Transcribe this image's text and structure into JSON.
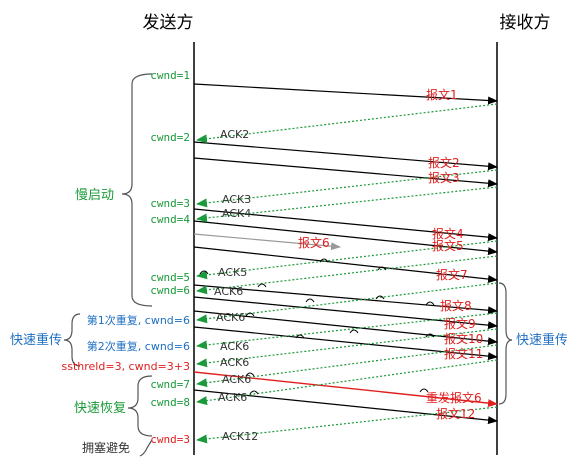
{
  "headers": {
    "sender": "发送方",
    "receiver": "接收方"
  },
  "colors": {
    "data": "#000000",
    "ack": "#1a9a3a",
    "label_red": "#e02020",
    "label_green": "#1a9a3a",
    "label_blue": "#1f6fc2",
    "lost": "#9a9a9a",
    "brace": "#555555"
  },
  "phases": [
    {
      "id": "slow_start",
      "label": "慢启动"
    },
    {
      "id": "fast_retx",
      "label": "快速重传"
    },
    {
      "id": "fast_recovery",
      "label": "快速恢复"
    },
    {
      "id": "congestion_avoid",
      "label": "拥塞避免"
    },
    {
      "id": "fast_retx_right",
      "label": "快速重传"
    }
  ],
  "cwnd_labels": [
    {
      "text": "cwnd=1"
    },
    {
      "text": "cwnd=2"
    },
    {
      "text": "cwnd=3"
    },
    {
      "text": "cwnd=4"
    },
    {
      "text": "cwnd=5"
    },
    {
      "text": "cwnd=6"
    },
    {
      "text": "第1次重复, cwnd=6"
    },
    {
      "text": "第2次重复, cwnd=6"
    },
    {
      "text": "ssthreld=3, cwnd=3+3"
    },
    {
      "text": "cwnd=7"
    },
    {
      "text": "cwnd=8"
    },
    {
      "text": "cwnd=3"
    }
  ],
  "segments": [
    {
      "label": "报文1"
    },
    {
      "label": "报文2"
    },
    {
      "label": "报文3"
    },
    {
      "label": "报文4"
    },
    {
      "label": "报文5"
    },
    {
      "label": "报文6"
    },
    {
      "label": "报文7"
    },
    {
      "label": "报文8"
    },
    {
      "label": "报文9"
    },
    {
      "label": "报文10"
    },
    {
      "label": "报文11"
    },
    {
      "label": "重发报文6"
    },
    {
      "label": "报文12"
    }
  ],
  "acks": [
    {
      "label": "ACK2"
    },
    {
      "label": "ACK3"
    },
    {
      "label": "ACK4"
    },
    {
      "label": "ACK5"
    },
    {
      "label": "ACK6"
    },
    {
      "label": "ACK6"
    },
    {
      "label": "ACK6"
    },
    {
      "label": "ACK6"
    },
    {
      "label": "ACK6"
    },
    {
      "label": "ACK6"
    },
    {
      "label": "ACK12"
    }
  ]
}
